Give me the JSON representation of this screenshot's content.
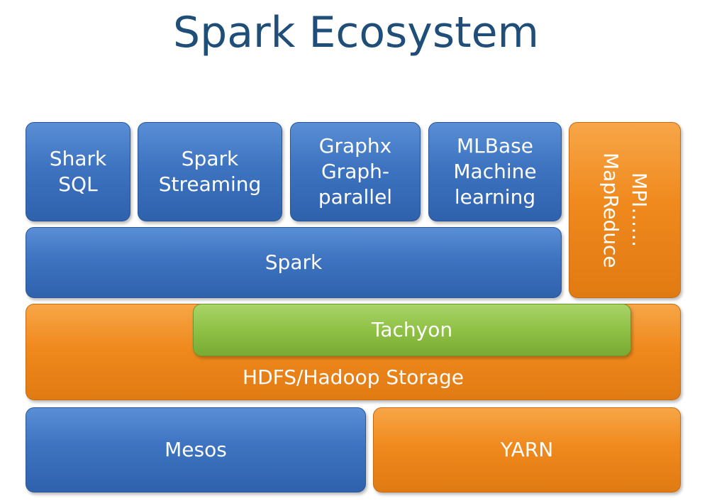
{
  "title": "Spark Ecosystem",
  "colors": {
    "title": "#1f4e79",
    "blue": "#3d73c0",
    "orange": "#f08a1e",
    "green": "#8fc146"
  },
  "layers": {
    "shark_sql": "Shark\nSQL",
    "spark_streaming": "Spark\nStreaming",
    "graphx": "Graphx\nGraph-\nparallel",
    "mlbase": "MLBase\nMachine\nlearning",
    "mpi_mapreduce": "MPI……\nMapReduce",
    "spark": "Spark",
    "tachyon": "Tachyon",
    "hdfs": "HDFS/Hadoop Storage",
    "mesos": "Mesos",
    "yarn": "YARN"
  }
}
